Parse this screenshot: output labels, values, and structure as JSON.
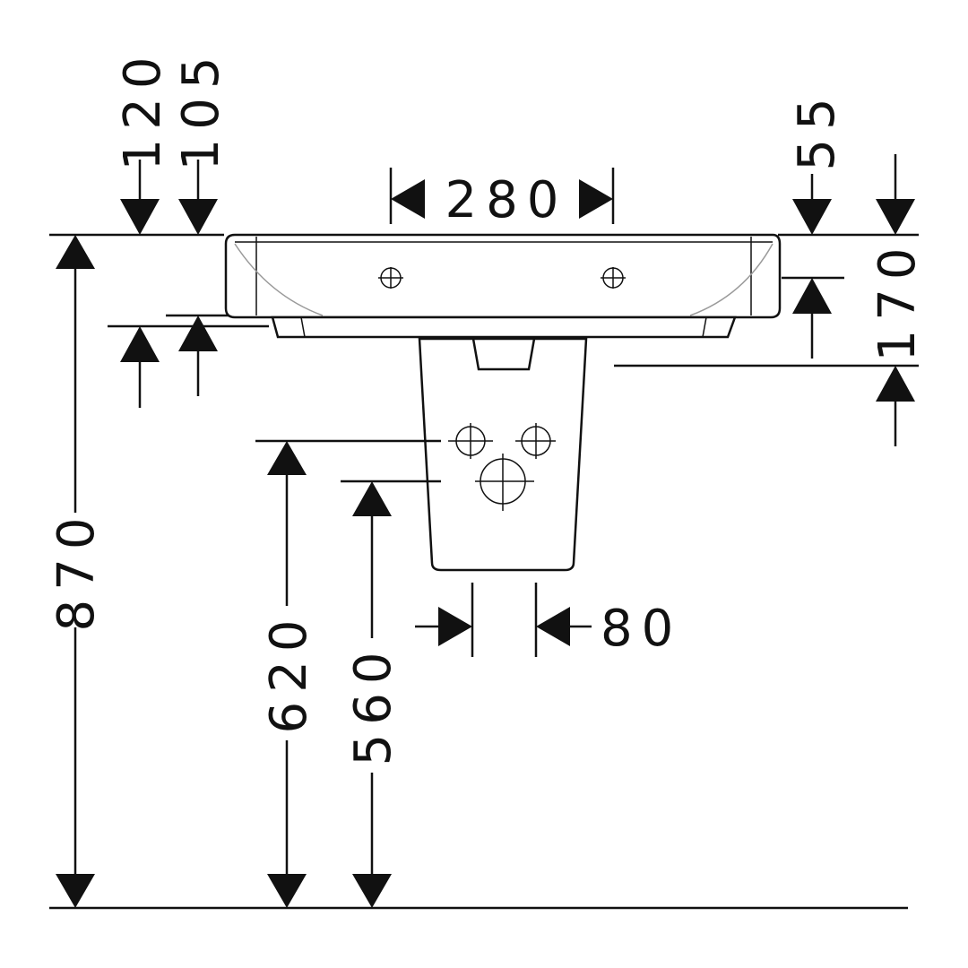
{
  "dimensions": {
    "d120": "120",
    "d105": "105",
    "d280": "280",
    "d55": "55",
    "d170": "170",
    "d870": "870",
    "d620": "620",
    "d560": "560",
    "d80": "80"
  },
  "colors": {
    "ink": "#111111",
    "background": "#ffffff",
    "bowl_curve": "#9a9a9a"
  }
}
